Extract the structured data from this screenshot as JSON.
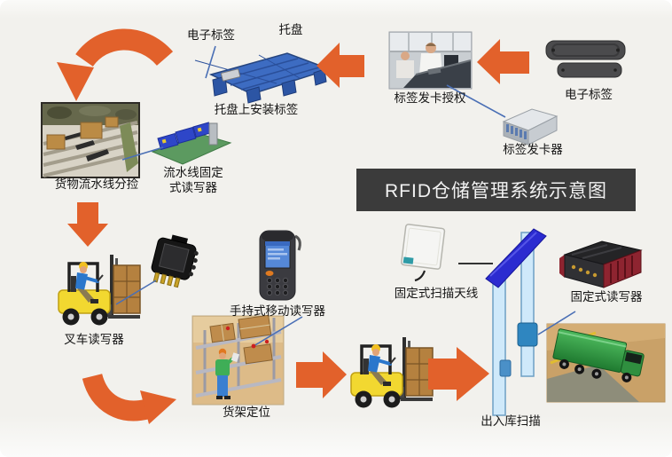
{
  "title": {
    "text": "RFID仓储管理系统示意图"
  },
  "labels": {
    "tag_top": "电子标签",
    "pallet": "托盘",
    "pallet_install": "托盘上安装标签",
    "issuing_auth": "标签发卡授权",
    "tag_right": "电子标签",
    "card_issuer": "标签发卡器",
    "line_sorting": "货物流水线分捡",
    "line_reader_1": "流水线固定",
    "line_reader_2": "式读写器",
    "forklift_reader": "叉车读写器",
    "handheld_reader": "手持式移动读写器",
    "shelf_positioning": "货架定位",
    "fixed_antenna": "固定式扫描天线",
    "fixed_reader": "固定式读写器",
    "gate_scanning": "出入库扫描"
  },
  "colors": {
    "arrow_orange": "#E2612B",
    "title_bg": "#3B3B3B",
    "title_text": "#F2F2F2",
    "connector_blue": "#4A6FB5",
    "connector_black": "#333333",
    "background": "#F2F1ED",
    "label_text": "#141414"
  },
  "illustrations": [
    "pallet-illustration",
    "card-issuing-photo",
    "rfid-tags",
    "card-issuer-box",
    "conveyor-photo",
    "conveyor-reader",
    "forklift",
    "vehicle-reader-chip",
    "handheld-terminal",
    "shelf-photo",
    "antenna-panel",
    "scan-gate",
    "fixed-reader-device",
    "truck-photo"
  ]
}
